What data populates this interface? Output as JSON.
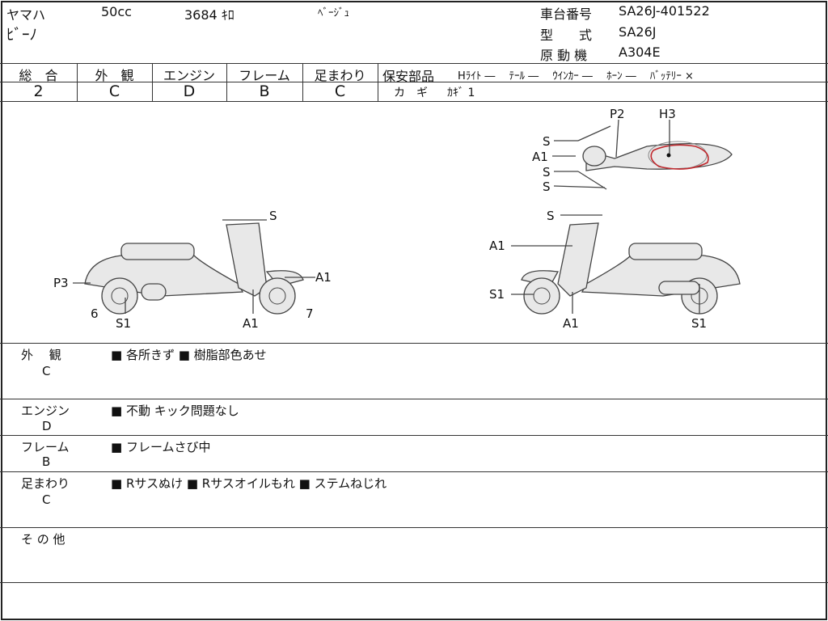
{
  "header": {
    "maker": "ヤマハ",
    "displacement": "50cc",
    "mileage": "3684 ｷﾛ",
    "color": "ﾍﾞｰｼﾞｭ",
    "model": "ﾋﾞｰﾉ",
    "frame_no_label": "車台番号",
    "frame_no": "SA26J-401522",
    "type_label": "型　　式",
    "type": "SA26J",
    "engine_label": "原 動 機",
    "engine": "A304E"
  },
  "grades": [
    {
      "label": "総　合",
      "value": "2"
    },
    {
      "label": "外　観",
      "value": "C"
    },
    {
      "label": "エンジン",
      "value": "D"
    },
    {
      "label": "フレーム",
      "value": "B"
    },
    {
      "label": "足まわり",
      "value": "C"
    }
  ],
  "safety": {
    "label": "保安部品",
    "items": "Hﾗｲﾄ ―　 ﾃｰﾙ ―　 ｳｲﾝｶｰ ―　 ﾎｰﾝ ―　 ﾊﾞｯﾃﾘｰ ×",
    "key_label": "カ　ギ",
    "key_value": "ｶｷﾞ 1"
  },
  "diagram": {
    "top": [
      "P2",
      "H3",
      "S",
      "A1",
      "S",
      "S"
    ],
    "left": [
      "S",
      "P3",
      "A1",
      "6",
      "S1",
      "A1",
      "7"
    ],
    "right": [
      "S",
      "A1",
      "S1",
      "A1",
      "S1"
    ],
    "damage_color": "#c0282d"
  },
  "comments": [
    {
      "label": "外　 観",
      "grade": "C",
      "text": "■ 各所きず ■ 樹脂部色あせ"
    },
    {
      "label": "エンジン",
      "grade": "D",
      "text": "■ 不動 キック問題なし"
    },
    {
      "label": "フレーム",
      "grade": "B",
      "text": "■ フレームさび中"
    },
    {
      "label": "足まわり",
      "grade": "C",
      "text": "■ Rサスぬけ ■ Rサスオイルもれ ■ ステムねじれ"
    },
    {
      "label": "そ の 他",
      "grade": "",
      "text": ""
    }
  ]
}
